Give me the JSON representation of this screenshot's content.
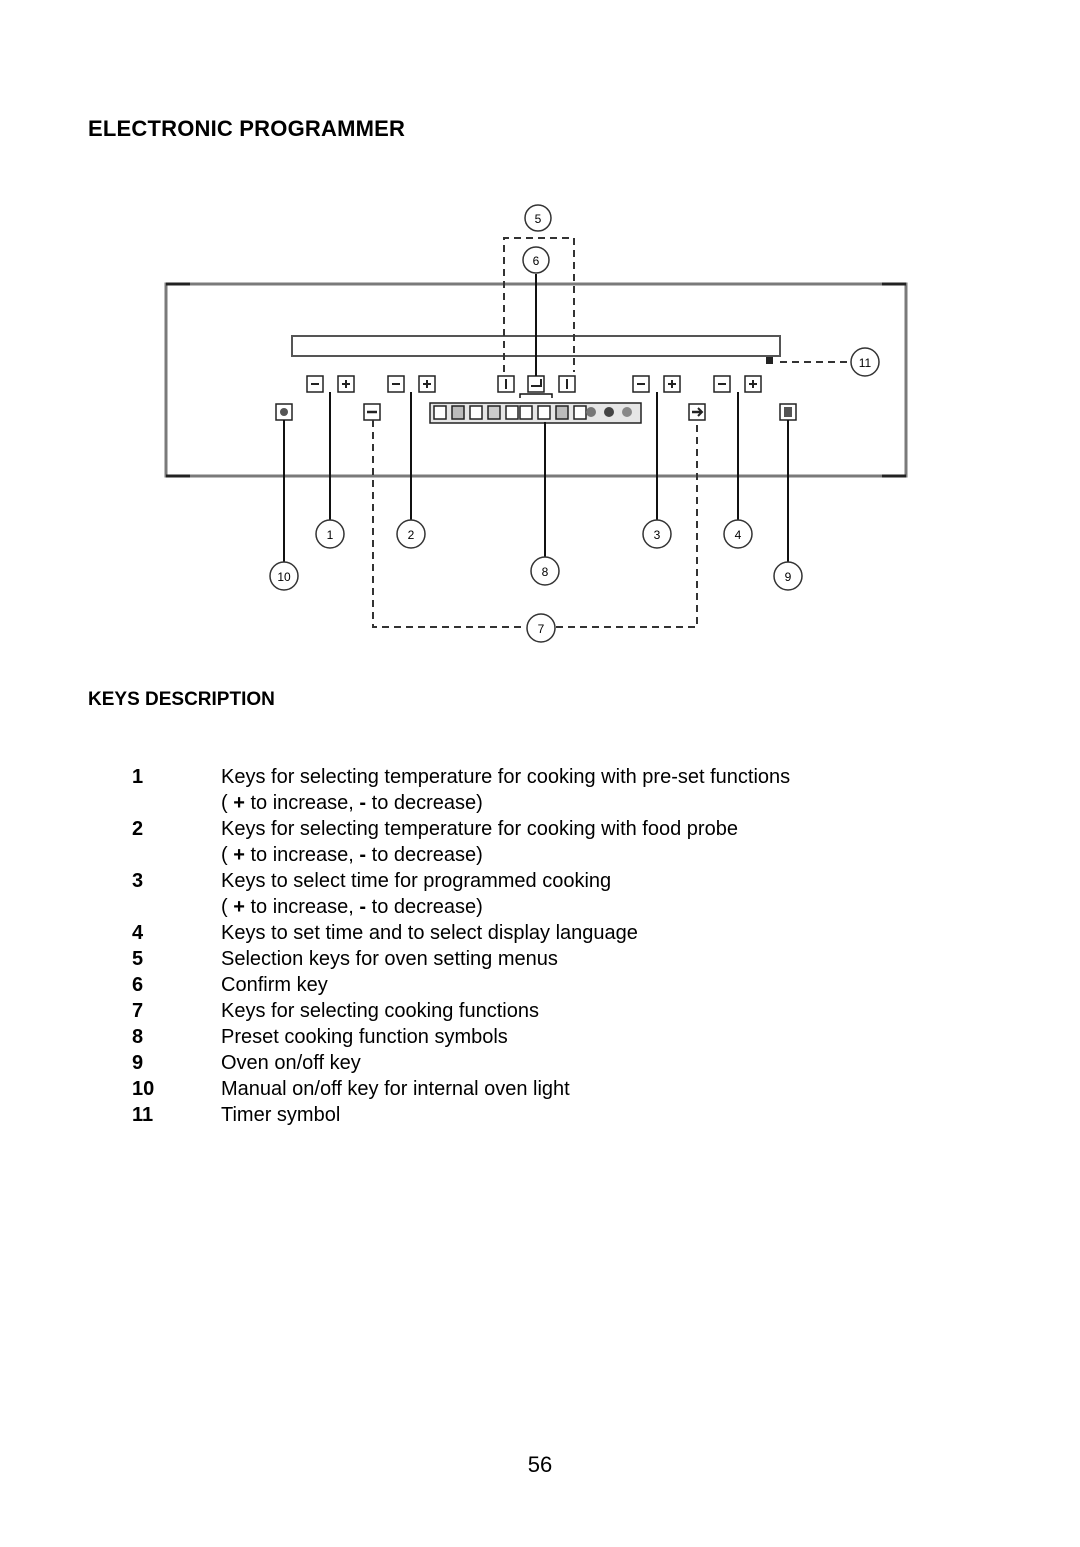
{
  "title": "ELECTRONIC PROGRAMMER",
  "diagram": {
    "callouts": [
      "1",
      "2",
      "3",
      "4",
      "5",
      "6",
      "7",
      "8",
      "9",
      "10",
      "11"
    ]
  },
  "keys_title": "KEYS DESCRIPTION",
  "keys": [
    {
      "num": "1",
      "text": "Keys for selecting temperature for cooking with pre-set functions",
      "sub": {
        "open": "( ",
        "plus": "+",
        "inc": " to increase,  ",
        "minus": "-",
        "dec": " to decrease)"
      }
    },
    {
      "num": "2",
      "text": "Keys for selecting temperature for cooking with food probe",
      "sub": {
        "open": "( ",
        "plus": "+",
        "inc": " to increase,  ",
        "minus": "-",
        "dec": " to decrease)"
      }
    },
    {
      "num": "3",
      "text": "Keys to select time for programmed cooking",
      "sub": {
        "open": "( ",
        "plus": "+",
        "inc": " to increase,  ",
        "minus": "-",
        "dec": " to decrease)"
      }
    },
    {
      "num": "4",
      "text": "Keys to set time and to select display language"
    },
    {
      "num": "5",
      "text": "Selection keys for oven setting menus"
    },
    {
      "num": "6",
      "text": "Confirm key"
    },
    {
      "num": "7",
      "text": "Keys for selecting cooking functions"
    },
    {
      "num": "8",
      "text": "Preset cooking function symbols"
    },
    {
      "num": "9",
      "text": "Oven on/off key"
    },
    {
      "num": "10",
      "text": "Manual on/off key for internal oven light"
    },
    {
      "num": "11",
      "text": "Timer symbol"
    }
  ],
  "page_number": "56"
}
